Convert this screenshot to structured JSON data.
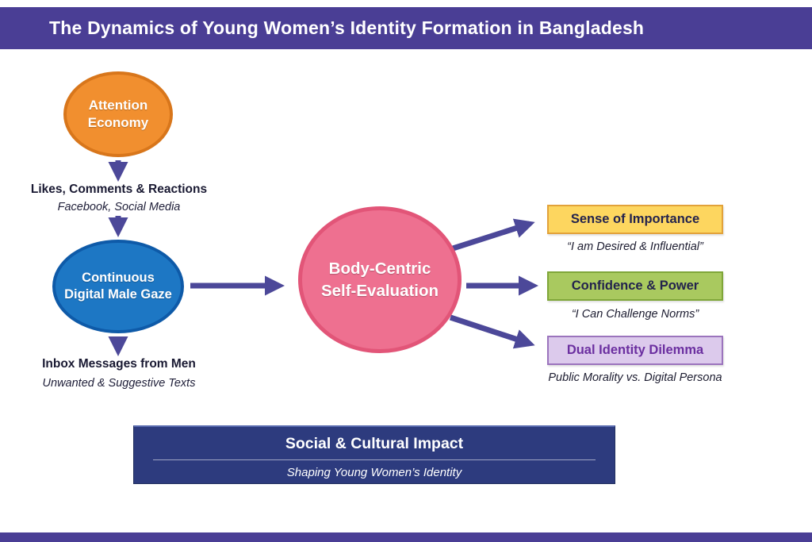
{
  "header": {
    "title": "The Dynamics of Young Women’s Identity Formation in Bangladesh"
  },
  "flow": {
    "attention": {
      "line1": "Attention",
      "line2": "Economy"
    },
    "likes_label": "Likes, Comments & Reactions",
    "likes_sub": "Facebook, Social Media",
    "gaze": {
      "line1": "Continuous",
      "line2": "Digital Male Gaze"
    },
    "inbox_label": "Inbox Messages from Men",
    "inbox_sub": "Unwanted & Suggestive Texts"
  },
  "center": {
    "line1": "Body-Centric",
    "line2": "Self-Evaluation"
  },
  "outcomes": [
    {
      "label": "Sense of Importance",
      "caption": "“I am Desired & Influential”"
    },
    {
      "label": "Confidence & Power",
      "caption": "“I Can Challenge Norms”"
    },
    {
      "label": "Dual Identity Dilemma",
      "caption": "Public Morality vs. Digital Persona"
    }
  ],
  "impact": {
    "title": "Social & Cultural Impact",
    "subtitle": "Shaping Young Women’s Identity"
  },
  "colors": {
    "banner_purple": "#4a3e95",
    "arrow_indigo": "#4c4899",
    "attention_orange": "#f18f2f",
    "gaze_blue": "#1d77c4",
    "center_pink": "#ee7090",
    "outcome_yellow": "#fdd65f",
    "outcome_green": "#a9c95f",
    "outcome_lavender": "#dccaec",
    "impact_navy": "#2d3b7e"
  }
}
